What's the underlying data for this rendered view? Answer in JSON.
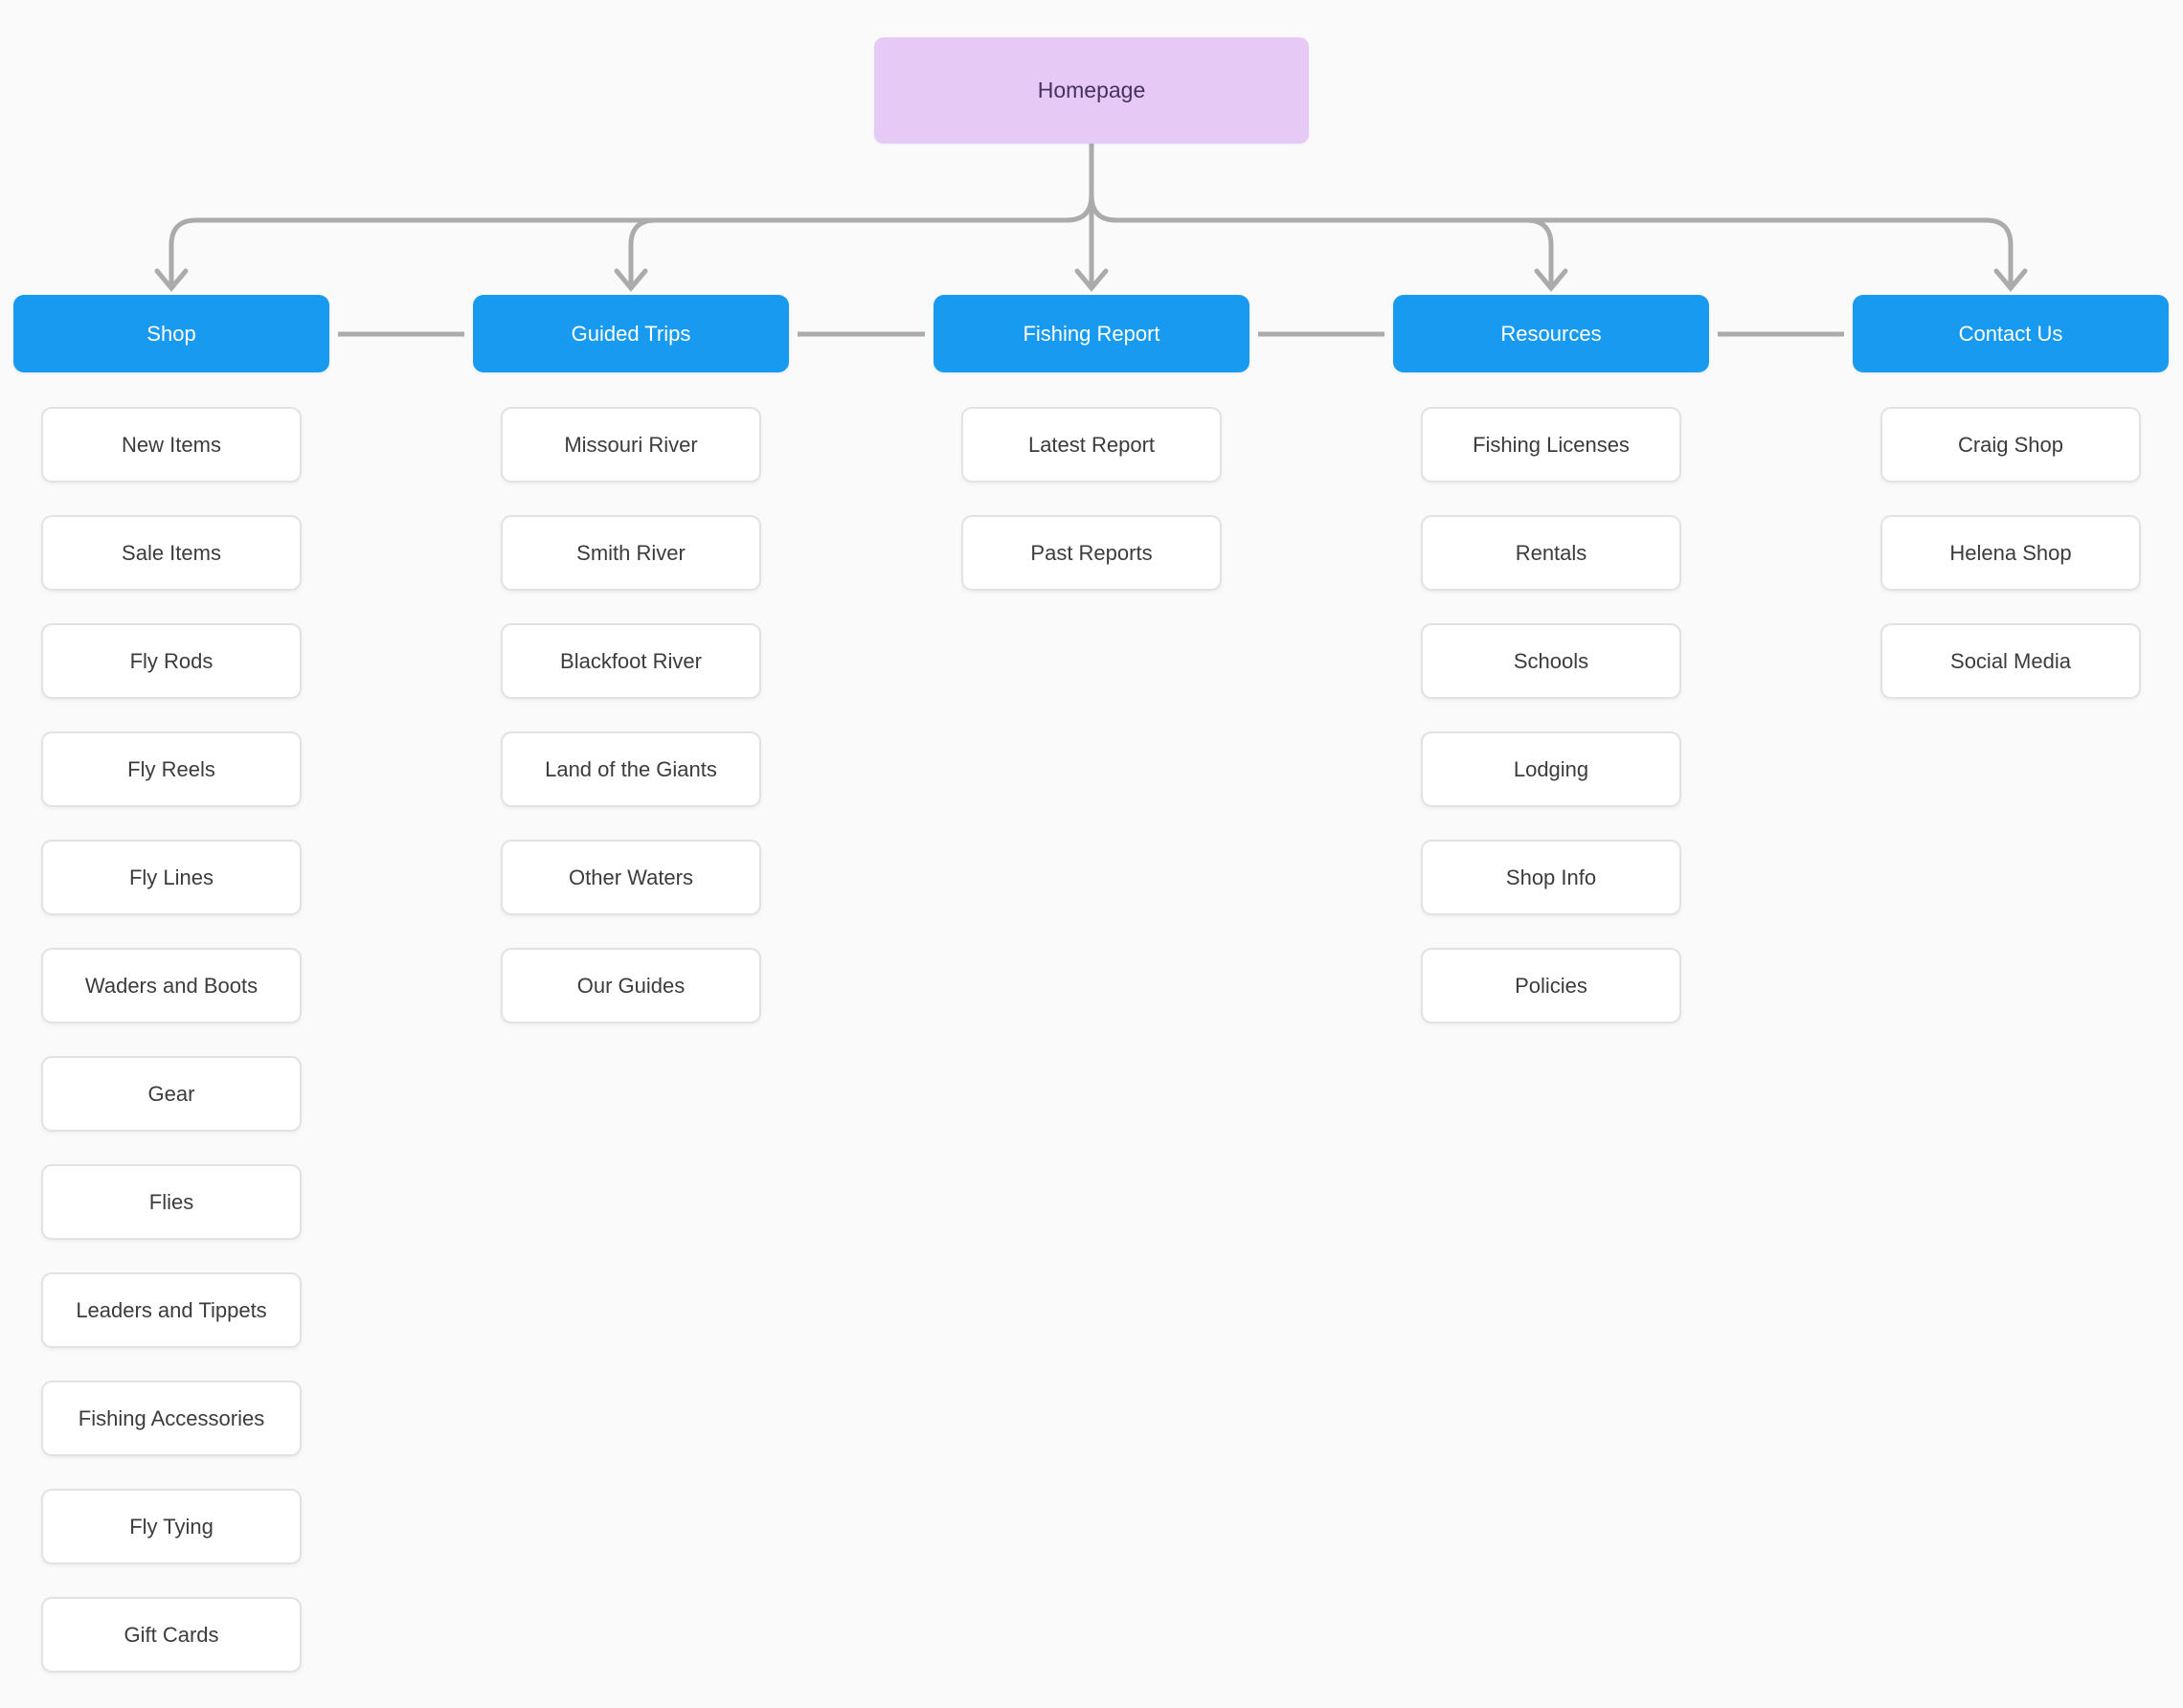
{
  "diagram": {
    "root": {
      "label": "Homepage"
    },
    "sections": [
      {
        "label": "Shop",
        "children": [
          "New Items",
          "Sale Items",
          "Fly Rods",
          "Fly Reels",
          "Fly Lines",
          "Waders and Boots",
          "Gear",
          "Flies",
          "Leaders and Tippets",
          "Fishing Accessories",
          "Fly Tying",
          "Gift Cards"
        ]
      },
      {
        "label": "Guided Trips",
        "children": [
          "Missouri River",
          "Smith River",
          "Blackfoot River",
          "Land of the Giants",
          "Other Waters",
          "Our Guides"
        ]
      },
      {
        "label": "Fishing Report",
        "children": [
          "Latest Report",
          "Past Reports"
        ]
      },
      {
        "label": "Resources",
        "children": [
          "Fishing Licenses",
          "Rentals",
          "Schools",
          "Lodging",
          "Shop Info",
          "Policies"
        ]
      },
      {
        "label": "Contact Us",
        "children": [
          "Craig Shop",
          "Helena Shop",
          "Social Media"
        ]
      }
    ],
    "colors": {
      "background": "#fafafa",
      "root_fill": "#e6c9f5",
      "root_text": "#46325e",
      "section_fill": "#189af0",
      "section_text": "#ffffff",
      "card_fill": "#ffffff",
      "card_border": "#e2e2e2",
      "card_text": "#3c3c3c",
      "connector": "#ababab"
    }
  }
}
